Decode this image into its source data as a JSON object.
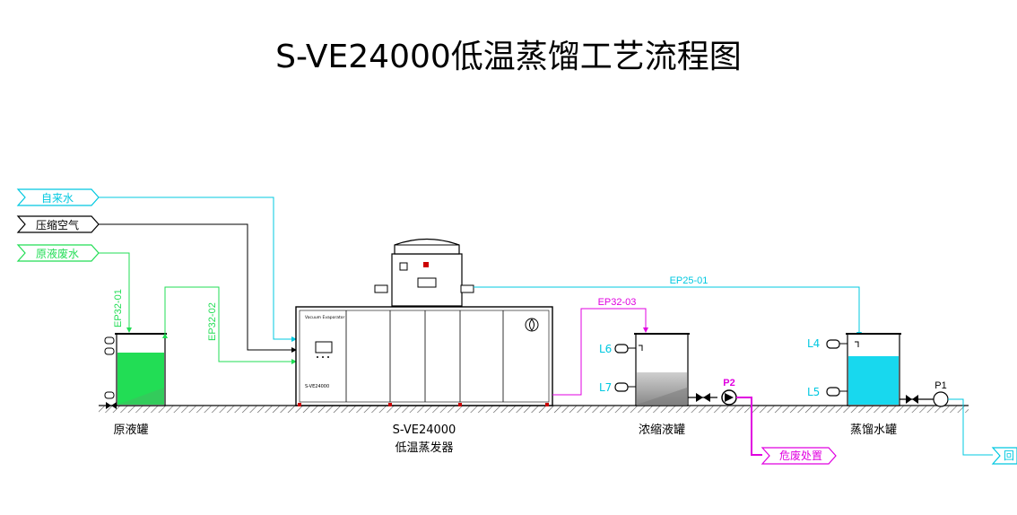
{
  "title": "S-VE24000低温蒸馏工艺流程图",
  "inputs": {
    "tap_water": "自来水",
    "compressed_air": "压缩空气",
    "raw_wastewater": "原液废水"
  },
  "outputs": {
    "hazardous_waste": "危废处置",
    "return": "回"
  },
  "pipes": {
    "ep32_01": "EP32-01",
    "ep32_02": "EP32-02",
    "ep32_03": "EP32-03",
    "ep25_01": "EP25-01"
  },
  "equipment": {
    "raw_tank": "原液罐",
    "evaporator_model": "S-VE24000",
    "evaporator_name": "低温蒸发器",
    "evaporator_panel": "Vacuum Evaporator",
    "evaporator_plate": "S-VE24000",
    "concentrate_tank": "浓缩液罐",
    "distillate_tank": "蒸馏水罐"
  },
  "instruments": {
    "l4": "L4",
    "l5": "L5",
    "l6": "L6",
    "l7": "L7",
    "p1": "P1",
    "p2": "P2"
  },
  "colors": {
    "water": "#00c8e0",
    "raw": "#22dd55",
    "concentrate": "#e000e0",
    "line": "#000000",
    "ground": "#444444"
  }
}
